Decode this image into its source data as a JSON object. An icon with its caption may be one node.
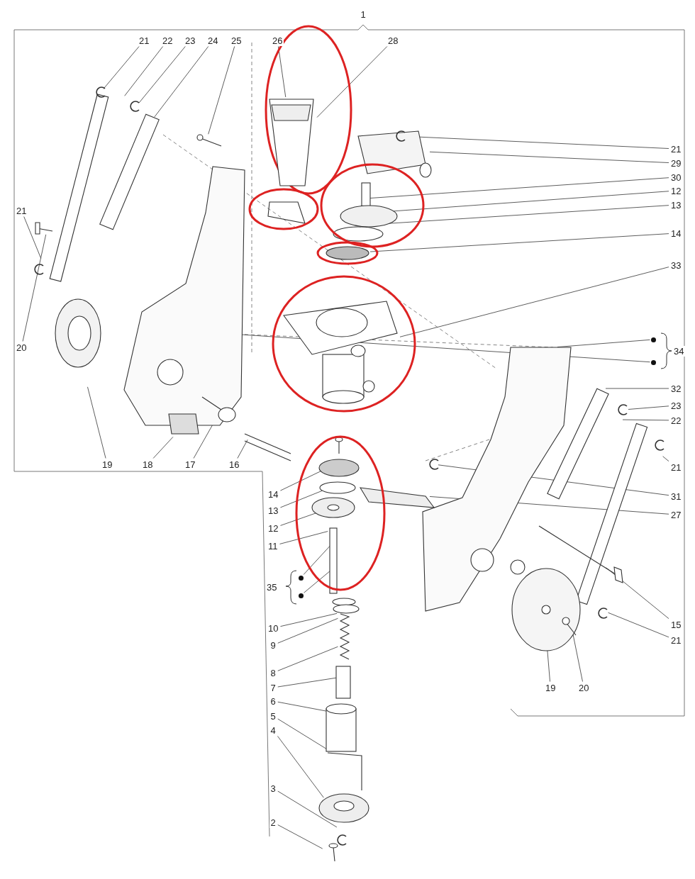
{
  "diagram": {
    "nodes": [
      {
        "text": [
          "21"
        ]
      },
      {
        "text": [
          "22"
        ]
      },
      {
        "text": [
          "23"
        ]
      },
      {
        "text": [
          "24"
        ]
      },
      {
        "text": [
          "25"
        ]
      },
      {
        "text": [
          "26"
        ]
      },
      {
        "text": [
          "28"
        ]
      },
      {
        "text": [
          "21"
        ]
      },
      {
        "text": [
          "29"
        ]
      },
      {
        "text": [
          "30"
        ]
      },
      {
        "text": [
          "12"
        ]
      },
      {
        "text": [
          "13"
        ]
      },
      {
        "text": [
          "14"
        ]
      },
      {
        "text": [
          "33"
        ]
      },
      {
        "text": [
          "34"
        ]
      },
      {
        "text": [],
        "shape": "circle"
      },
      {
        "text": [],
        "shape": "circle"
      },
      {
        "text": [
          "32"
        ]
      },
      {
        "text": [
          "23"
        ]
      },
      {
        "text": [
          "22"
        ]
      },
      {
        "text": [
          "21"
        ]
      },
      {
        "text": [
          "31"
        ]
      },
      {
        "text": [
          "27"
        ]
      },
      {
        "text": [
          "15"
        ]
      },
      {
        "text": [
          "21"
        ]
      },
      {
        "text": [
          "21"
        ]
      },
      {
        "text": [
          "20"
        ]
      },
      {
        "text": [
          "19"
        ]
      },
      {
        "text": [
          "18"
        ]
      },
      {
        "text": [
          "17"
        ]
      },
      {
        "text": [
          "16"
        ]
      },
      {
        "text": [
          "14"
        ]
      },
      {
        "text": [
          "13"
        ]
      },
      {
        "text": [
          "12"
        ]
      },
      {
        "text": [
          "11"
        ]
      },
      {
        "text": [
          "35"
        ]
      },
      {
        "text": [],
        "shape": "circle"
      },
      {
        "text": [],
        "shape": "circle"
      },
      {
        "text": [
          "10"
        ]
      },
      {
        "text": [
          "9"
        ]
      },
      {
        "text": [
          "8"
        ]
      },
      {
        "text": [
          "7"
        ]
      },
      {
        "text": [
          "6"
        ]
      },
      {
        "text": [
          "5"
        ]
      },
      {
        "text": [
          "4"
        ]
      },
      {
        "text": [
          "3"
        ]
      },
      {
        "text": [
          "2"
        ]
      },
      {
        "text": [
          "19"
        ]
      },
      {
        "text": [
          "20"
        ]
      },
      {
        "text": [],
        "shape": "picture"
      },
      {
        "text": [],
        "shape": "circle"
      },
      {
        "text": [],
        "shape": "picture"
      }
    ],
    "edges": [
      {
        "from": 0,
        "to": null,
        "arrow": "none"
      },
      {
        "from": 1,
        "to": null,
        "arrow": "none"
      },
      {
        "from": 2,
        "to": null,
        "arrow": "none"
      },
      {
        "from": 3,
        "to": null,
        "arrow": "none"
      },
      {
        "from": 4,
        "to": null,
        "arrow": "none"
      },
      {
        "from": 5,
        "to": 49,
        "arrow": "none"
      },
      {
        "from": 6,
        "to": 49,
        "arrow": "none"
      },
      {
        "from": 7,
        "to": null,
        "arrow": "none"
      },
      {
        "from": 8,
        "to": null,
        "arrow": "none"
      },
      {
        "from": 9,
        "to": null,
        "arrow": "none"
      },
      {
        "from": 10,
        "to": null,
        "arrow": "none"
      },
      {
        "from": 11,
        "to": null,
        "arrow": "none"
      },
      {
        "from": 12,
        "to": 50,
        "arrow": "none"
      },
      {
        "from": 13,
        "to": 51,
        "arrow": "none"
      },
      {
        "from": 15,
        "to": null,
        "arrow": "none"
      },
      {
        "from": 16,
        "to": null,
        "arrow": "none"
      },
      {
        "from": 17,
        "to": null,
        "arrow": "none"
      },
      {
        "from": 18,
        "to": null,
        "arrow": "none"
      },
      {
        "from": 19,
        "to": null,
        "arrow": "none"
      },
      {
        "from": 20,
        "to": null,
        "arrow": "none"
      },
      {
        "from": 21,
        "to": null,
        "arrow": "none"
      },
      {
        "from": 22,
        "to": null,
        "arrow": "none"
      },
      {
        "from": 23,
        "to": null,
        "arrow": "none"
      },
      {
        "from": 24,
        "to": null,
        "arrow": "none"
      },
      {
        "from": 25,
        "to": null,
        "arrow": "none"
      },
      {
        "from": 26,
        "to": null,
        "arrow": "none"
      },
      {
        "from": 27,
        "to": null,
        "arrow": "none"
      },
      {
        "from": 28,
        "to": null,
        "arrow": "none"
      },
      {
        "from": 29,
        "to": null,
        "arrow": "none"
      },
      {
        "from": 30,
        "to": null,
        "arrow": "none"
      },
      {
        "from": 31,
        "to": null,
        "arrow": "none"
      },
      {
        "from": 32,
        "to": null,
        "arrow": "none"
      },
      {
        "from": 33,
        "to": null,
        "arrow": "none"
      },
      {
        "from": 34,
        "to": null,
        "arrow": "none"
      },
      {
        "from": 36,
        "to": null,
        "arrow": "none"
      },
      {
        "from": 37,
        "to": null,
        "arrow": "none"
      },
      {
        "from": 38,
        "to": null,
        "arrow": "none"
      },
      {
        "from": 39,
        "to": null,
        "arrow": "none"
      },
      {
        "from": 40,
        "to": null,
        "arrow": "none"
      },
      {
        "from": 41,
        "to": null,
        "arrow": "none"
      },
      {
        "from": 42,
        "to": null,
        "arrow": "none"
      },
      {
        "from": 43,
        "to": null,
        "arrow": "none"
      },
      {
        "from": 44,
        "to": null,
        "arrow": "none"
      },
      {
        "from": 45,
        "to": null,
        "arrow": "none"
      },
      {
        "from": 46,
        "to": null,
        "arrow": "none"
      },
      {
        "from": 47,
        "to": null,
        "arrow": "none"
      },
      {
        "from": 48,
        "to": null,
        "arrow": "none"
      }
    ],
    "labels": [
      "1"
    ]
  }
}
